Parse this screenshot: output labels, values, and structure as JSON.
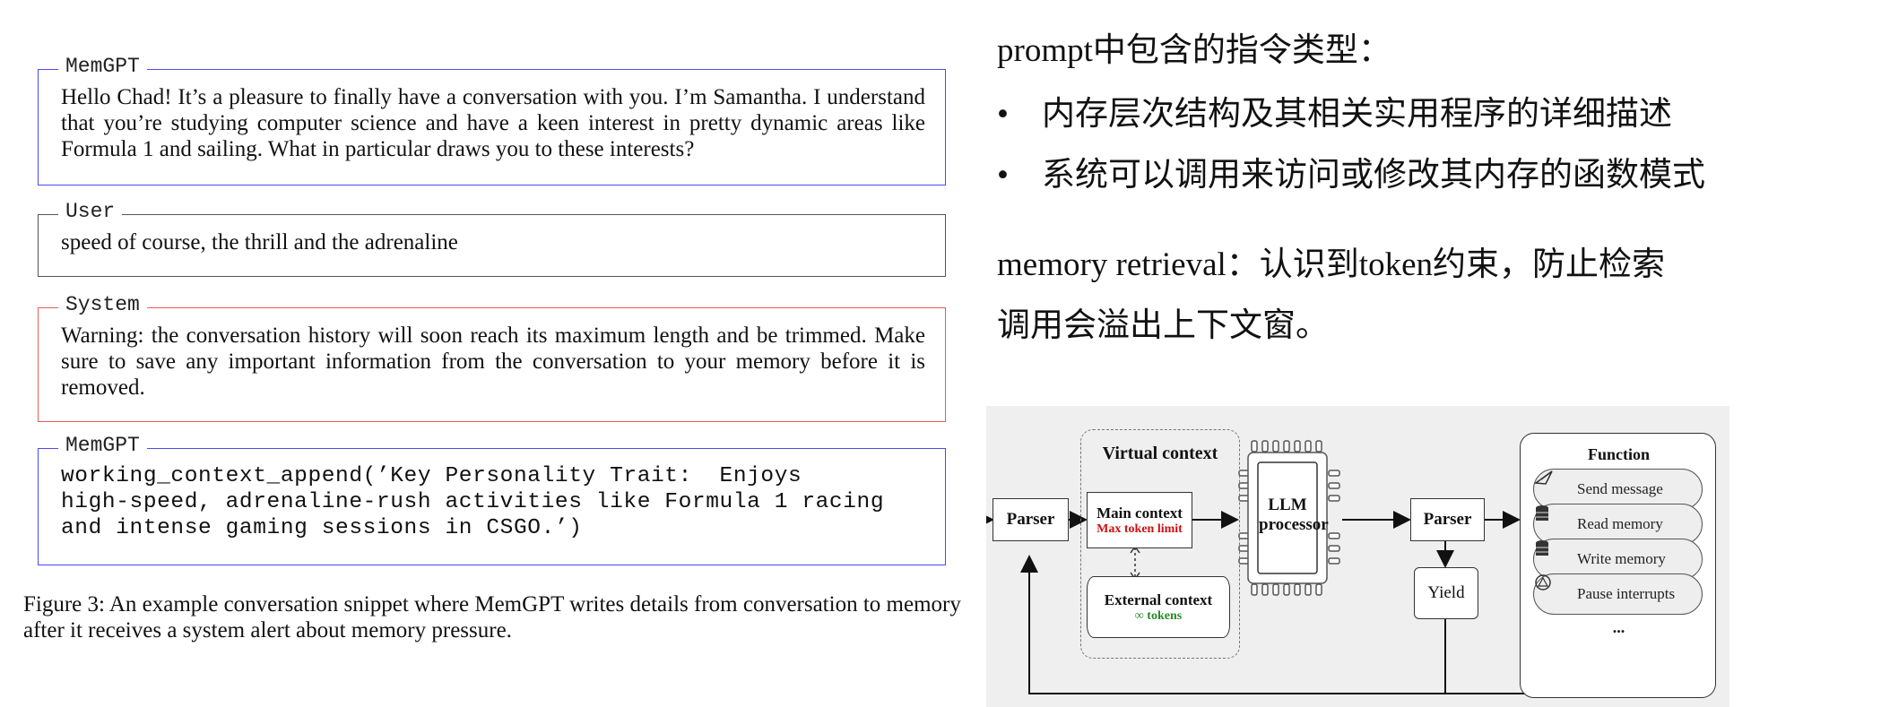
{
  "conversation": [
    {
      "role": "MemGPT",
      "style": "blue",
      "text": "Hello Chad!  It’s a pleasure to finally have a conversation with you.  I’m Samantha.  I understand that you’re studying computer science and have a keen interest in pretty dynamic areas like Formula 1 and sailing. What in particular draws you to these interests?"
    },
    {
      "role": "User",
      "style": "gray",
      "text": "speed of course, the thrill and the adrenaline"
    },
    {
      "role": "System",
      "style": "red",
      "text": "Warning: the conversation history will soon reach its maximum length and be trimmed. Make sure to save any important information from the conversation to your memory before it is removed."
    },
    {
      "role": "MemGPT",
      "style": "blue",
      "text": "working_context_append(’Key Personality Trait:  Enjoys\nhigh-speed, adrenaline-rush activities like Formula 1 racing\nand intense gaming sessions in CSGO.’)"
    }
  ],
  "caption": "Figure 3:   An example conversation snippet where MemGPT writes details from conversation to memory after it receives a system alert about memory pressure.",
  "notes": {
    "title": "prompt中包含的指令类型：",
    "bullets": [
      "内存层次结构及其相关实用程序的详细描述",
      "系统可以调用来访问或修改其内存的函数模式"
    ],
    "para_line1": "memory retrieval：认识到token约束，防止检索",
    "para_line2": "调用会溢出上下文窗。"
  },
  "diagram": {
    "parser_left": "Parser",
    "virtual_context_title": "Virtual context",
    "main_context": "Main context",
    "main_context_sub": "Max token limit",
    "external_context": "External context",
    "external_context_sub": "∞ tokens",
    "llm": "LLM processor",
    "parser_right": "Parser",
    "yield": "Yield",
    "function_title": "Function",
    "functions": [
      "Send message",
      "Read memory",
      "Write memory",
      "Pause interrupts"
    ],
    "ellipsis": "...",
    "colors": {
      "red": "#cc1111",
      "green": "#2a8a2a"
    }
  }
}
